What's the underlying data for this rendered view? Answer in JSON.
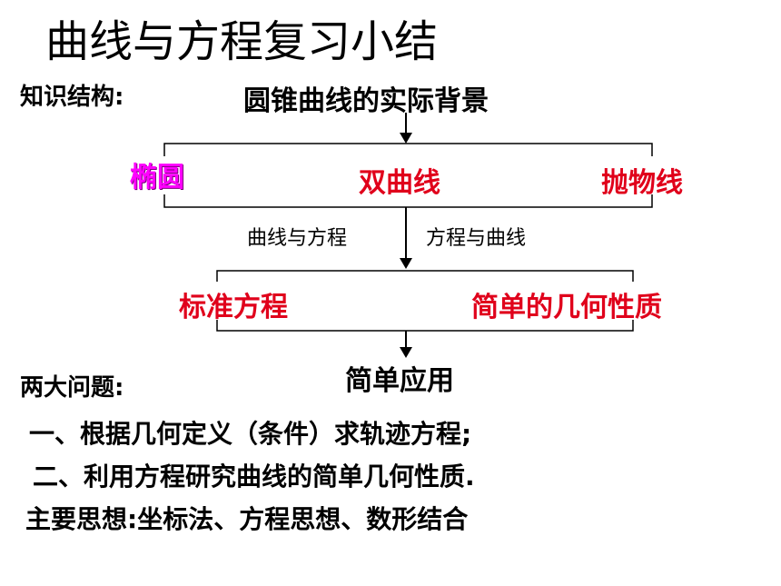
{
  "slide": {
    "title": "曲线与方程复习小结",
    "section_structure": "知识结构:",
    "section_problems": "两大问题:",
    "problems": [
      "一、根据几何定义（条件）求轨迹方程;",
      "二、利用方程研究曲线的简单几何性质."
    ],
    "main_ideas": "主要思想:坐标法、方程思想、数形结合"
  },
  "diagram": {
    "top_node": "圆锥曲线的实际背景",
    "curves": [
      "椭圆",
      "双曲线",
      "抛物线"
    ],
    "edge_left": "曲线与方程",
    "edge_right": "方程与曲线",
    "middle_nodes": [
      "标准方程",
      "简单的几何性质"
    ],
    "bottom_node": "简单应用"
  },
  "colors": {
    "red": "#e0001b",
    "magenta": "#ff00ff"
  }
}
